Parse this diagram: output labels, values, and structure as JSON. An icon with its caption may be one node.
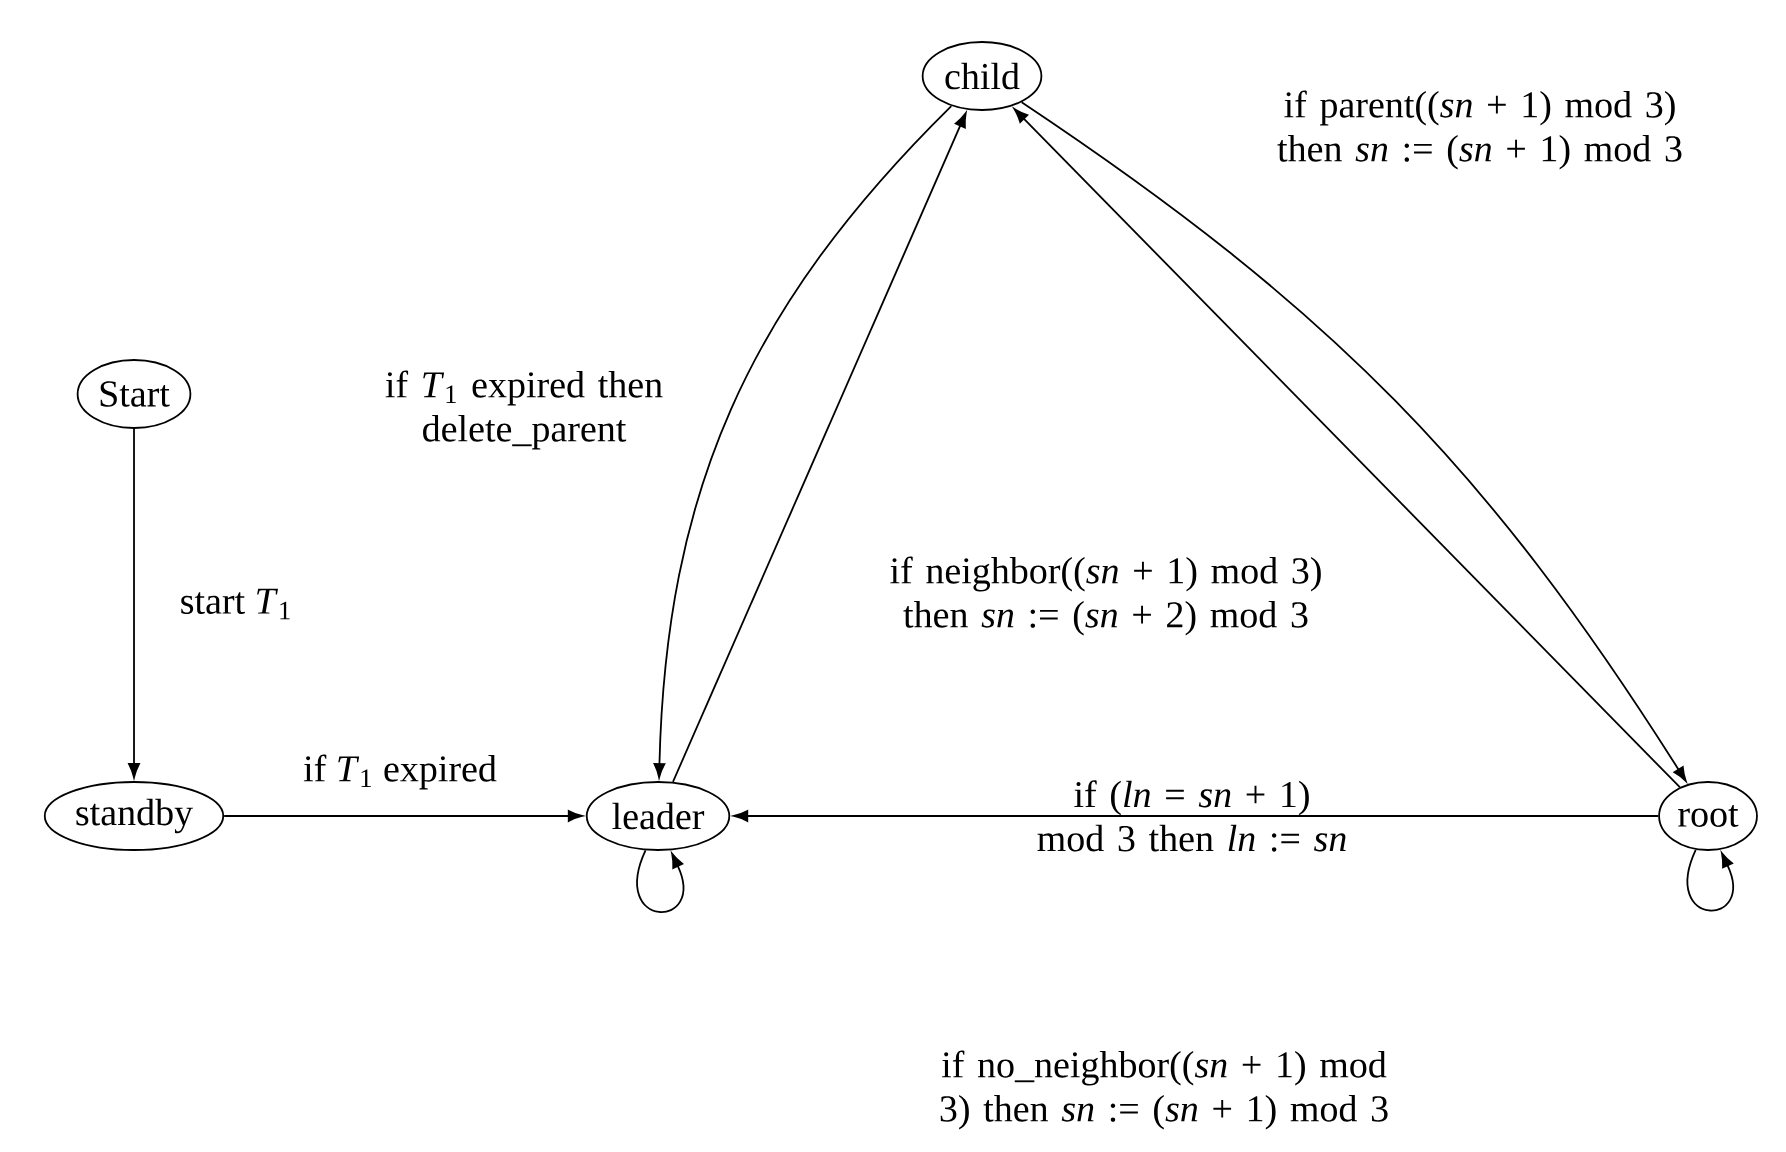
{
  "diagram": {
    "nodes": [
      {
        "text": [
          "Start"
        ]
      },
      {
        "text": [
          "standby"
        ]
      },
      {
        "text": [
          "leader"
        ]
      },
      {
        "text": [
          "child"
        ]
      },
      {
        "text": [
          "root"
        ]
      }
    ],
    "edges": [
      {
        "from": 0,
        "to": 1,
        "arrow": "to",
        "label": "start *T*$_{1}$"
      },
      {
        "from": 1,
        "to": 2,
        "arrow": "to",
        "label": "if *T*$_{1}$ expired"
      },
      {
        "from": 3,
        "to": 2,
        "arrow": "to",
        "label": "if *T*$_{1}$ expired then delete_parent"
      },
      {
        "from": 2,
        "to": 3,
        "arrow": "to",
        "label": "if neighbor((*sn* + 1) mod 3) then *sn* := (*sn* + 2) mod 3"
      },
      {
        "from": 4,
        "to": 3,
        "arrow": "to"
      },
      {
        "from": 3,
        "to": 4,
        "arrow": "to",
        "label": "if parent((*sn* + 1) mod 3) then *sn* := (*sn* + 1) mod 3"
      },
      {
        "from": 4,
        "to": 2,
        "arrow": "to",
        "label": "if (*ln* = *sn* + 1) mod 3 then *ln* := *sn*"
      },
      {
        "from": 2,
        "to": 2,
        "arrow": "to"
      },
      {
        "from": 4,
        "to": 4,
        "arrow": "to"
      }
    ],
    "labels": [
      "if no_neighbor((*sn* + 1) mod 3) then *sn* := (*sn* + 1) mod 3"
    ]
  }
}
